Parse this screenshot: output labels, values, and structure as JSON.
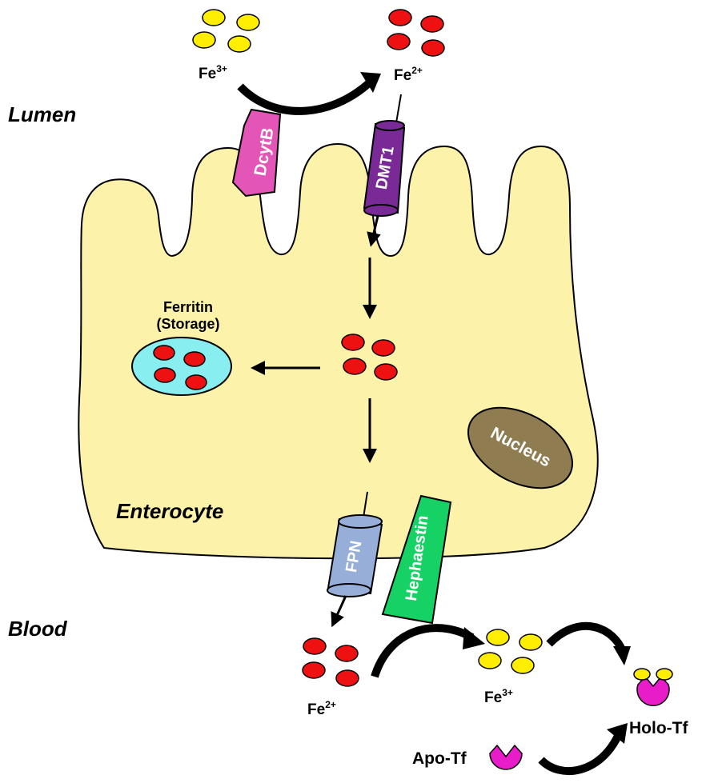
{
  "regions": {
    "lumen": "Lumen",
    "enterocyte": "Enterocyte",
    "blood": "Blood"
  },
  "proteins": {
    "dcytb": "DcytB",
    "dmt1": "DMT1",
    "fpn": "FPN",
    "hephaestin": "Hephaestin",
    "nucleus": "Nucleus"
  },
  "ferritin": {
    "line1": "Ferritin",
    "line2": "(Storage)"
  },
  "ions": {
    "fe3_base": "Fe",
    "fe3_charge": "3+",
    "fe2_base": "Fe",
    "fe2_charge": "2+"
  },
  "transferrin": {
    "apo": "Apo-Tf",
    "holo": "Holo-Tf"
  },
  "colors": {
    "cell": "#fdf2a9",
    "ferric_iron": "#ffee00",
    "ferrous_iron": "#ee1111",
    "ferritin": "#88eef0",
    "dcytb": "#e455b8",
    "dmt1": "#7a2a96",
    "fpn": "#96aed8",
    "hephaestin": "#16d163",
    "nucleus": "#8f7d51",
    "transferrin": "#e81cc9"
  }
}
